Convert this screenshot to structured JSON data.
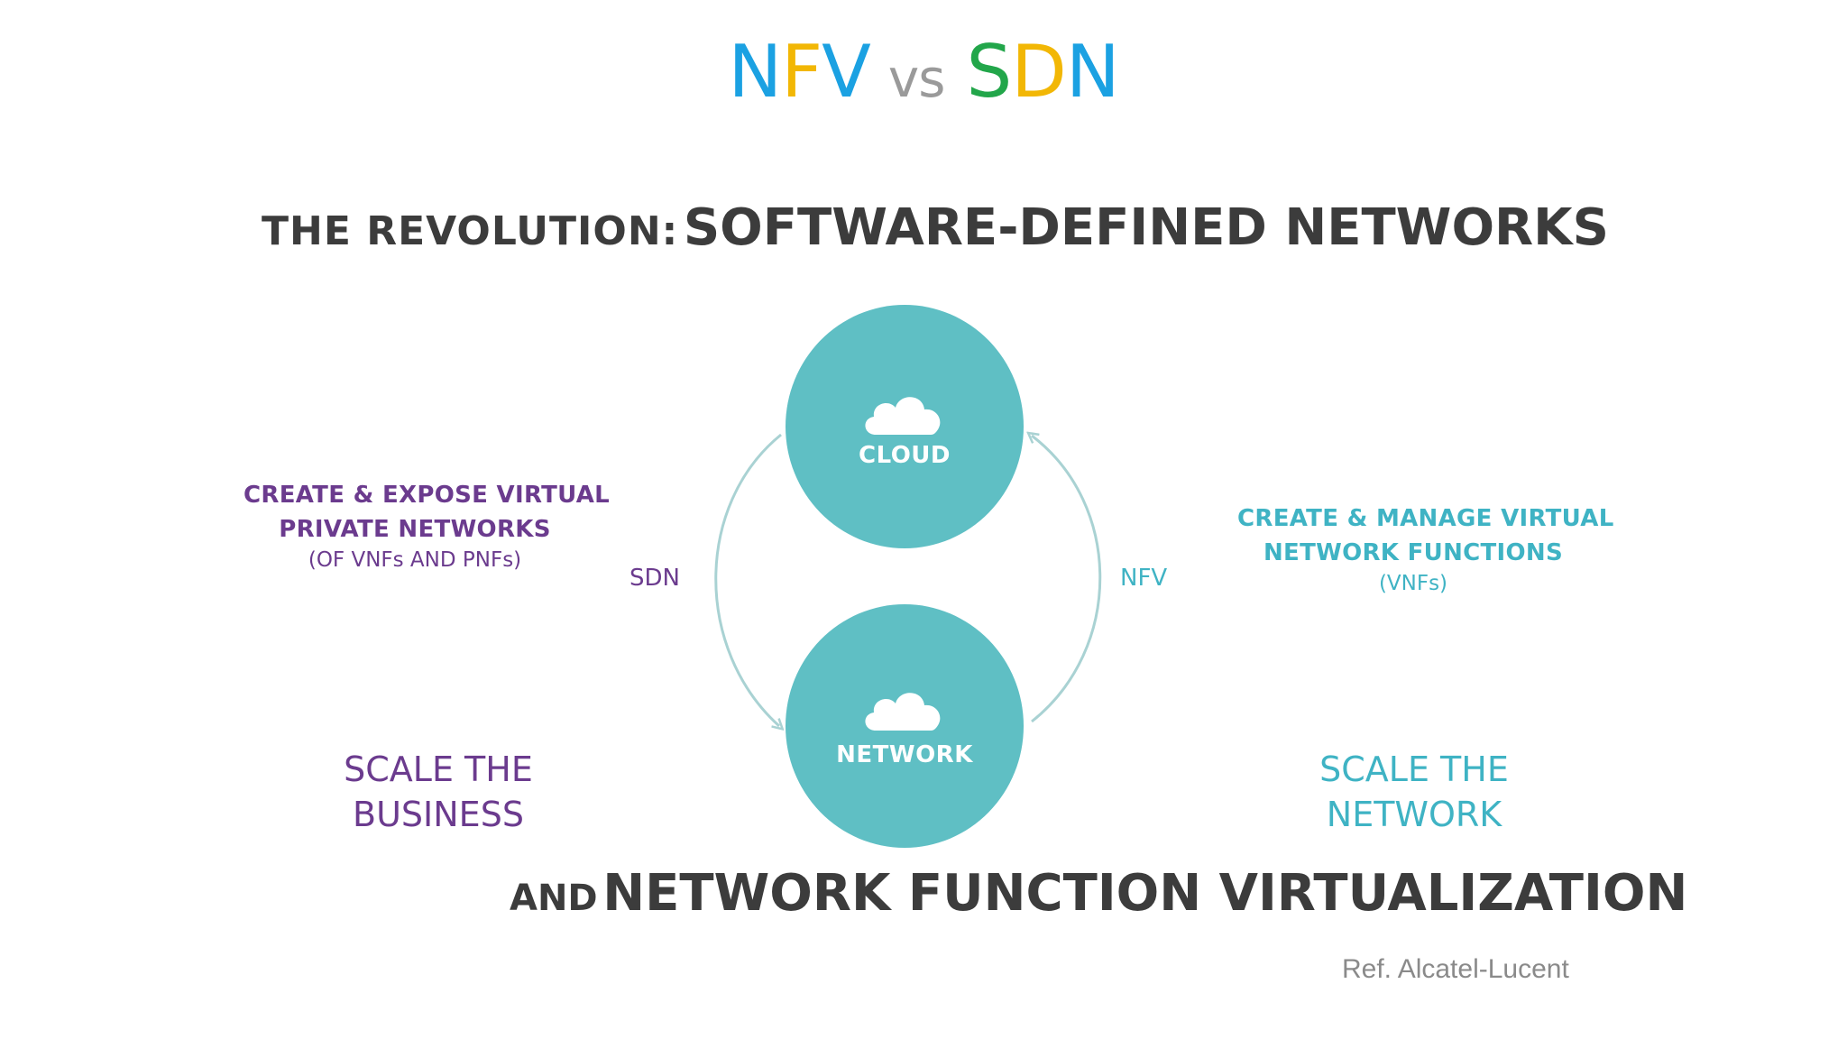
{
  "title": {
    "nfv_letters": [
      {
        "text": "N",
        "color": "#1ba1e2"
      },
      {
        "text": "F",
        "color": "#f2b705"
      },
      {
        "text": "V",
        "color": "#1ba1e2"
      }
    ],
    "vs": "vs",
    "sdn_letters": [
      {
        "text": "S",
        "color": "#22a64a"
      },
      {
        "text": "D",
        "color": "#f2b705"
      },
      {
        "text": "N",
        "color": "#1ba1e2"
      }
    ]
  },
  "diagram": {
    "heading_small": "THE REVOLUTION:",
    "heading_big": "SOFTWARE-DEFINED NETWORKS",
    "footer_small": "AND",
    "footer_big": "NETWORK FUNCTION VIRTUALIZATION",
    "cloud_circle_label": "CLOUD",
    "network_circle_label": "NETWORK",
    "left_arc_label": "SDN",
    "right_arc_label": "NFV",
    "left_text": {
      "line1": "CREATE & EXPOSE VIRTUAL",
      "line2": "PRIVATE NETWORKS",
      "line3": "(OF VNFs AND PNFs)"
    },
    "right_text": {
      "line1": "CREATE & MANAGE VIRTUAL",
      "line2": "NETWORK FUNCTIONS",
      "line3": "(VNFs)"
    },
    "left_scale": {
      "line1": "SCALE THE",
      "line2": "BUSINESS"
    },
    "right_scale": {
      "line1": "SCALE THE",
      "line2": "NETWORK"
    },
    "colors": {
      "circle": "#5fbfc4",
      "purple": "#6b3b8e",
      "teal": "#3fb3c4",
      "arrow": "#a9d2d3"
    }
  },
  "reference": "Ref. Alcatel-Lucent"
}
